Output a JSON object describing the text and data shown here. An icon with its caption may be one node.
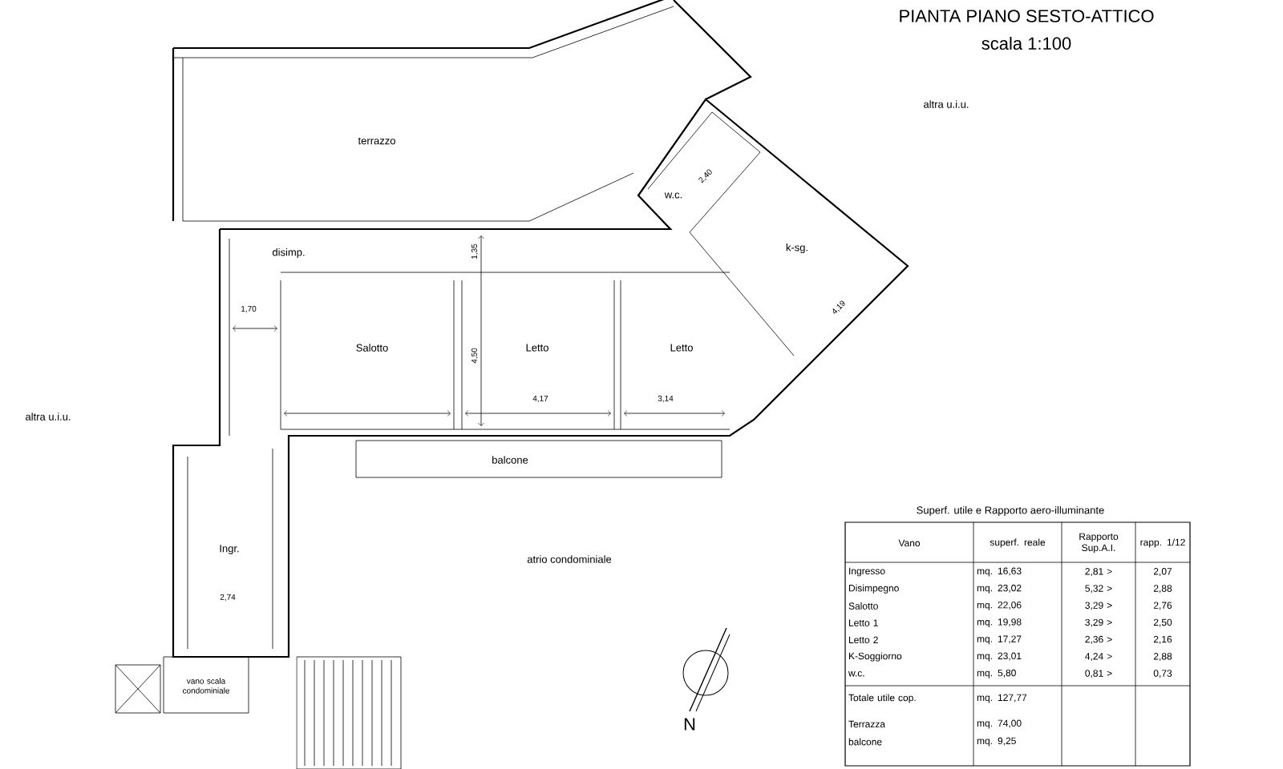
{
  "diagram": {
    "title": "PIANTA PIANO SESTO-ATTICO",
    "labels": [
      "scala 1:100",
      "terrazzo",
      "disimp.",
      "Salotto",
      "Letto",
      "Letto",
      "k-sg.",
      "w.c.",
      "balcone",
      "Ingr.",
      "atrio condominiale",
      "altra u.i.u.",
      "altra u.i.u.",
      "vano scala condominiale",
      "N",
      "1,70",
      "1,35",
      "4,50",
      "4,17",
      "3,14",
      "2,40",
      "4,19",
      "2,74",
      "Superf. utile e Rapporto aero-illuminante",
      "Vano",
      "superf. reale",
      "Rapporto Sup.A.I.",
      "rapp. 1/12",
      "Ingresso",
      "mq. 16,63",
      "2,81 >",
      "2,07",
      "Disimpegno",
      "mq. 23,02",
      "5,32 >",
      "2,88",
      "Salotto",
      "mq. 22,06",
      "3,29 >",
      "2,76",
      "Letto 1",
      "mq. 19,98",
      "3,29 >",
      "2,50",
      "Letto 2",
      "mq. 17,27",
      "2,36 >",
      "2,16",
      "K-Soggiorno",
      "mq. 23,01",
      "4,24 >",
      "2,88",
      "w.c.",
      "mq. 5,80",
      "0,81 >",
      "0,73",
      "Totale utile cop.",
      "mq. 127,77",
      "Terrazza",
      "mq. 74,00",
      "balcone",
      "mq. 9,25"
    ]
  }
}
